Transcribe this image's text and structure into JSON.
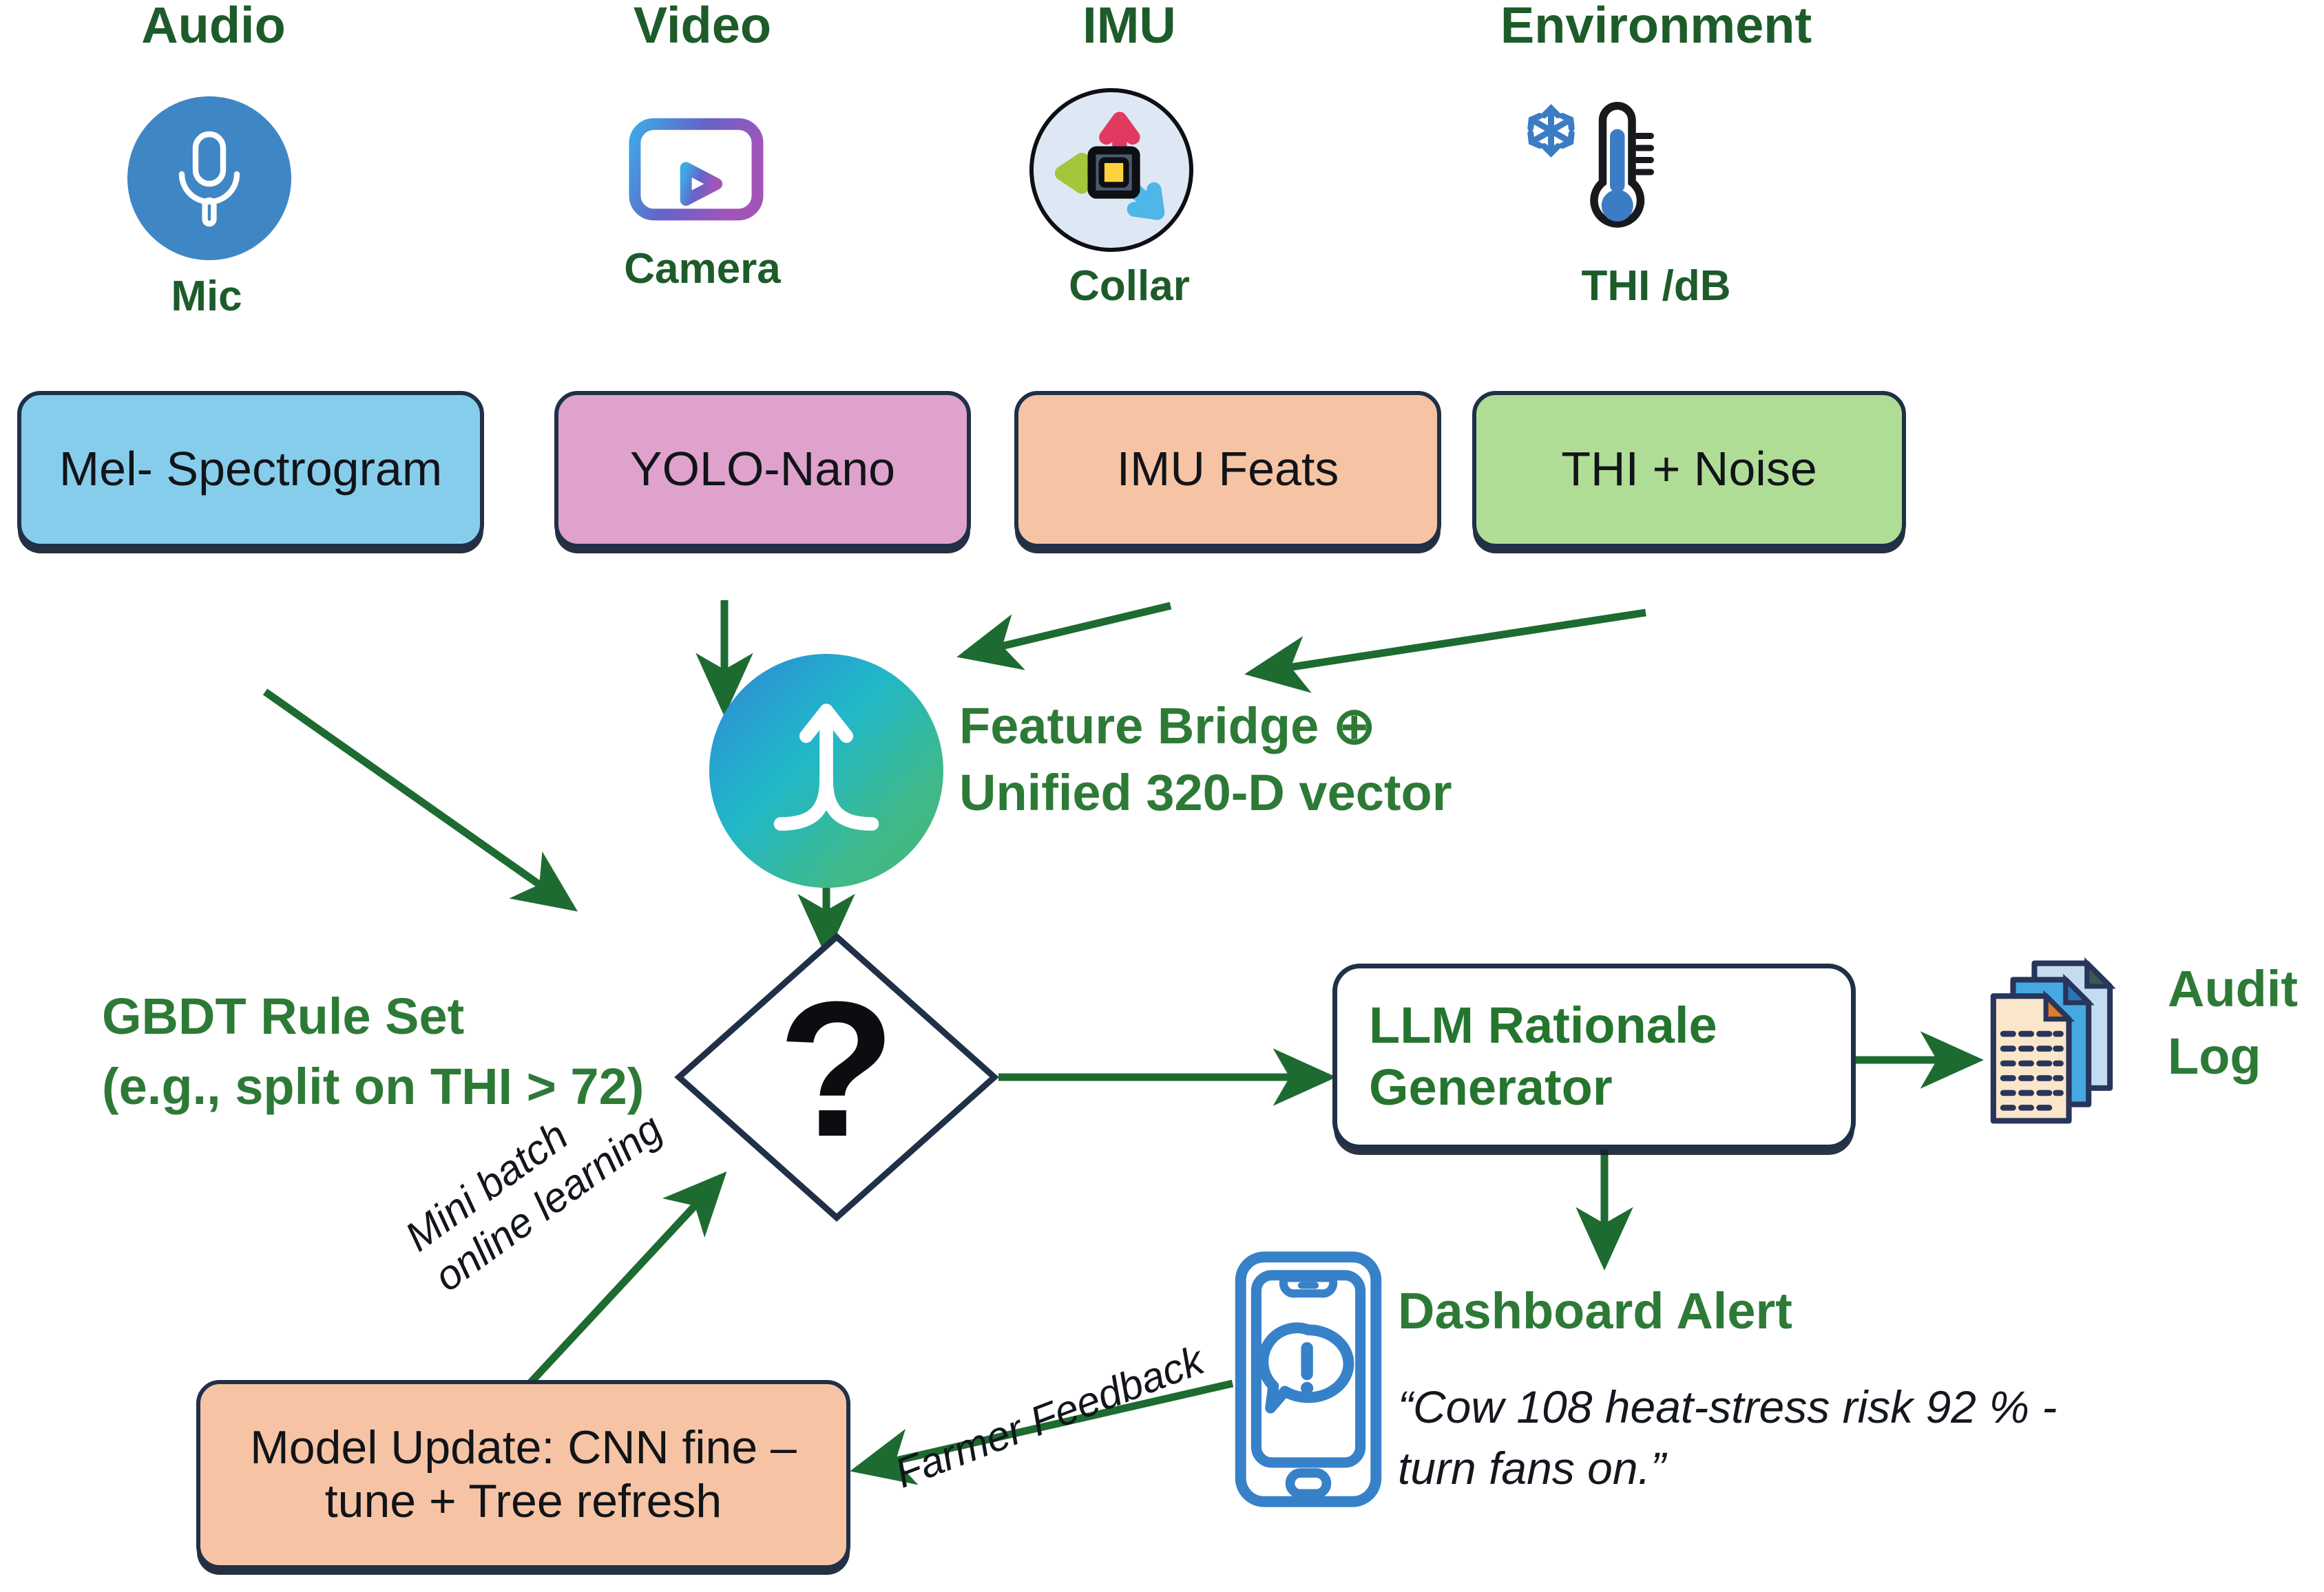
{
  "sensors": [
    {
      "title": "Audio",
      "caption": "Mic",
      "icon": "microphone-icon"
    },
    {
      "title": "Video",
      "caption": "Camera",
      "icon": "video-camera-icon"
    },
    {
      "title": "IMU",
      "caption": "Collar",
      "icon": "imu-sensor-icon"
    },
    {
      "title": "Environment",
      "caption": "THI /dB",
      "icon": "thermometer-snowflake-icon"
    }
  ],
  "pipeline_boxes": [
    {
      "label": "Mel-\nSpectrogram",
      "color": "#86cdec"
    },
    {
      "label": "YOLO-Nano",
      "color": "#dfa2cc"
    },
    {
      "label": "IMU Feats",
      "color": "#f6c4a4"
    },
    {
      "label": "THI + Noise",
      "color": "#b0dd96"
    }
  ],
  "feature_bridge": {
    "line1": "Feature Bridge ⊕",
    "line2": "Unified 320-D vector",
    "icon": "merge-arrow-icon"
  },
  "decision": {
    "glyph": "?",
    "icon": "question-mark-icon"
  },
  "gbdt": {
    "line1": "GBDT Rule Set",
    "line2": "(e.g., split on THI > 72)"
  },
  "llm": {
    "line1": "LLM Rationale",
    "line2": "Generator"
  },
  "audit": {
    "line1": "Audit",
    "line2": "Log",
    "icon": "document-stack-icon"
  },
  "dashboard": {
    "title": "Dashboard Alert",
    "quote": "“Cow 108 heat-stress risk 92 % -\nturn fans on.”",
    "icon": "phone-alert-icon"
  },
  "model_update": {
    "label": "Model Update: CNN fine\n– tune + Tree refresh",
    "color": "#f6c4a4"
  },
  "edge_labels": {
    "mini_batch": "Mini batch\nonline learning",
    "farmer_feedback": "Farmer Feedback"
  },
  "colors": {
    "arrow_green": "#1d6b31",
    "label_green": "#2d7a36",
    "header_green": "#1d5c2a",
    "outline_navy": "#1f3048"
  }
}
